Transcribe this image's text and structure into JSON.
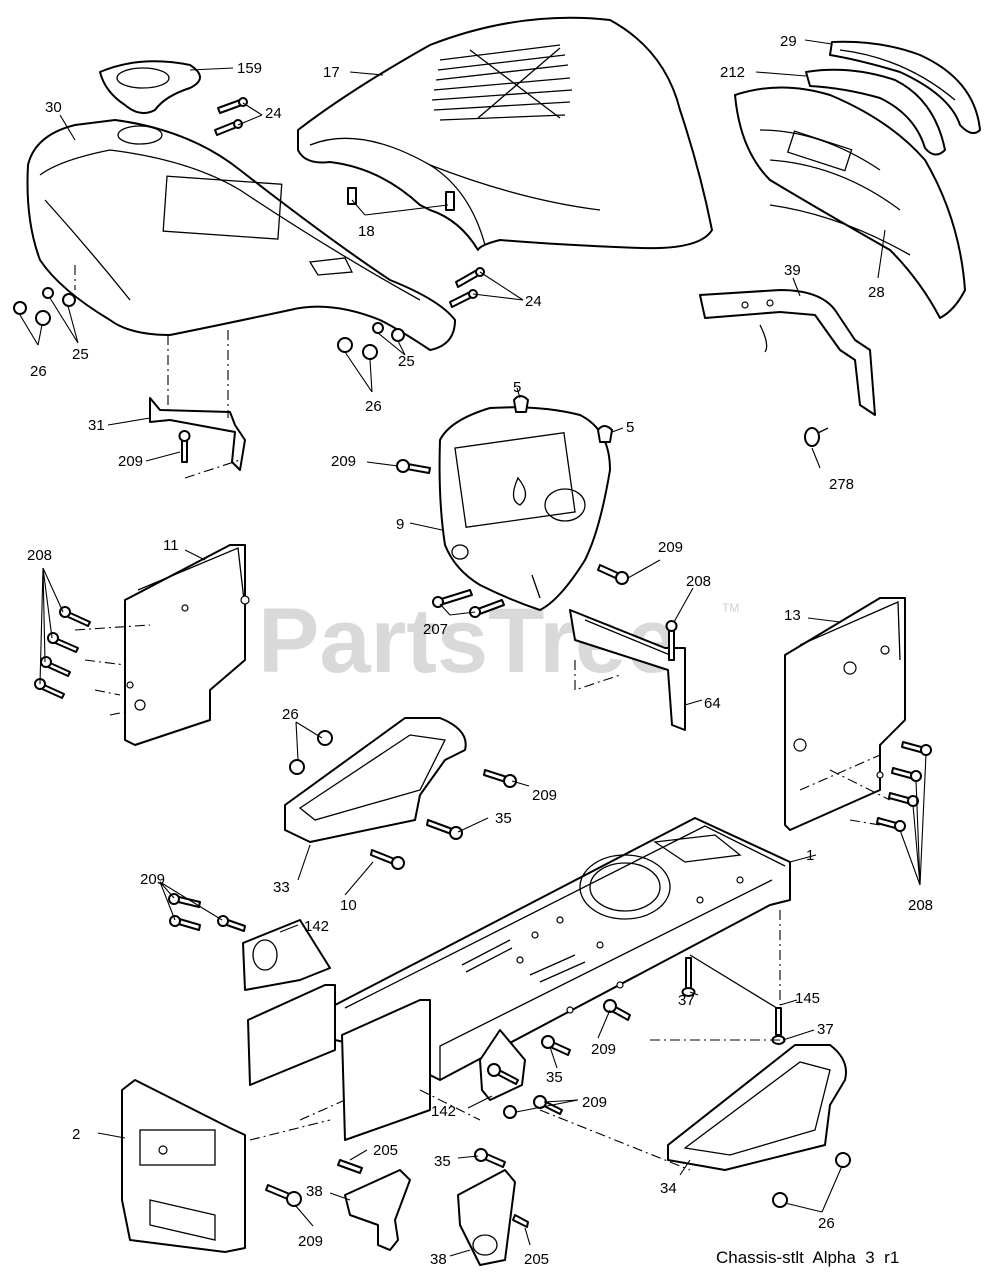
{
  "watermark": {
    "text": "PartsTree",
    "tm": "TM"
  },
  "caption": "Chassis-stlt  Alpha  3  r1",
  "callouts": {
    "c159": "159",
    "c17": "17",
    "c29": "29",
    "c212": "212",
    "c30": "30",
    "c24a": "24",
    "c24b": "24",
    "c18": "18",
    "c28": "28",
    "c39": "39",
    "c25a": "25",
    "c25b": "25",
    "c26a": "26",
    "c26b": "26",
    "c26c": "26",
    "c26d": "26",
    "c31": "31",
    "c5a": "5",
    "c5b": "5",
    "c209a": "209",
    "c209b": "209",
    "c209c": "209",
    "c209d": "209",
    "c209e": "209",
    "c209f": "209",
    "c209g": "209",
    "c209h": "209",
    "c278": "278",
    "c9": "9",
    "c208a": "208",
    "c208b": "208",
    "c208c": "208",
    "c11": "11",
    "c207": "207",
    "c64": "64",
    "c13": "13",
    "c35a": "35",
    "c35b": "35",
    "c35c": "35",
    "c1": "1",
    "c33": "33",
    "c10": "10",
    "c142a": "142",
    "c142b": "142",
    "c37a": "37",
    "c37b": "37",
    "c145": "145",
    "c2": "2",
    "c205a": "205",
    "c205b": "205",
    "c38a": "38",
    "c38b": "38",
    "c34": "34"
  }
}
